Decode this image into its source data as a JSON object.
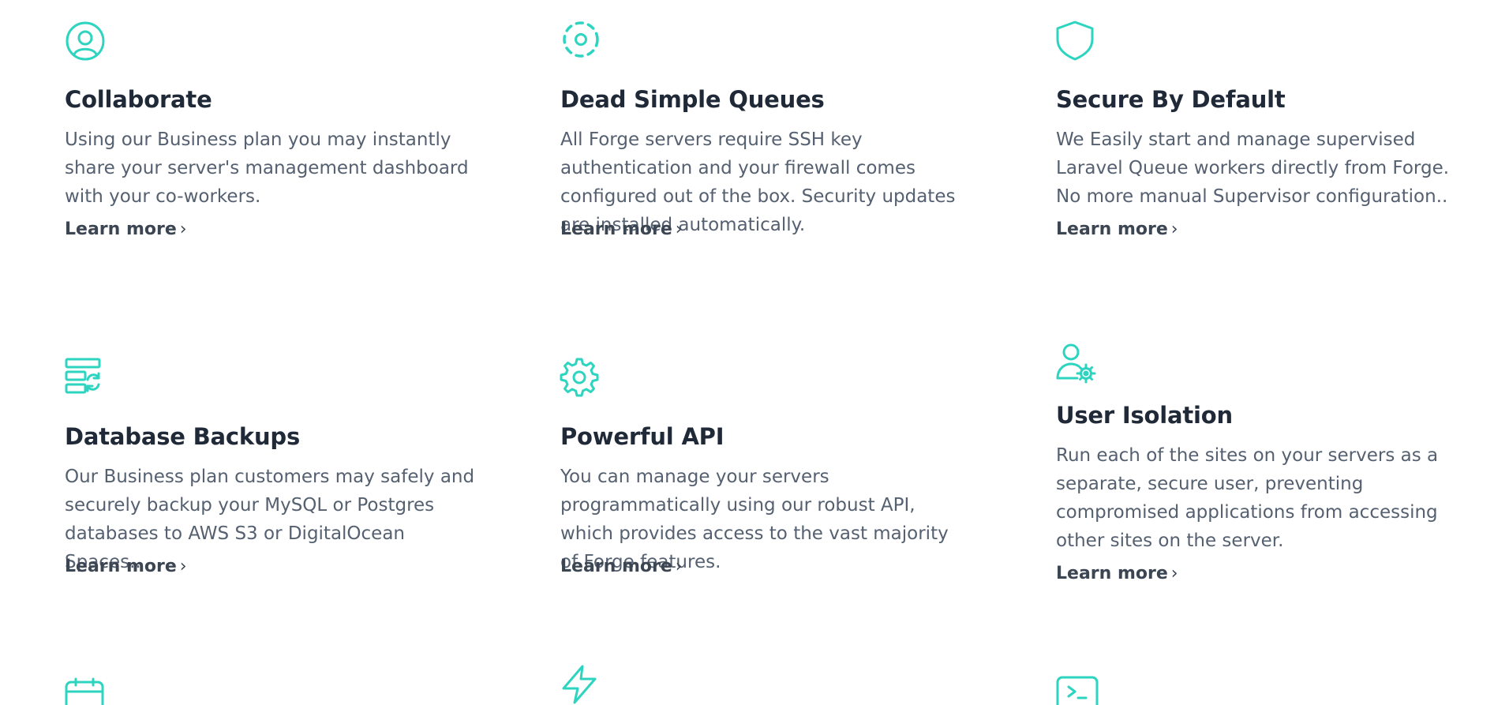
{
  "accent_color": "#2dd4bf",
  "features": [
    {
      "icon": "user-circle-icon",
      "title": "Collaborate",
      "description": "Using our Business plan you may instantly share your server's management dashboard with your co-workers.",
      "link": "Learn more",
      "chevron": "›"
    },
    {
      "icon": "dashed-circle-icon",
      "title": "Dead Simple Queues",
      "description": "All Forge servers require SSH key authentication and your firewall comes configured out of the box. Security updates are installed automatically.",
      "link": "Learn more",
      "chevron": "›"
    },
    {
      "icon": "shield-icon",
      "title": "Secure By Default",
      "description": "We Easily start and manage supervised Laravel Queue workers directly from Forge. No more manual Supervisor configuration..",
      "link": "Learn more",
      "chevron": "›"
    },
    {
      "icon": "database-backup-icon",
      "title": "Database Backups",
      "description": "Our Business plan customers may safely and securely backup your MySQL or Postgres databases to AWS S3 or DigitalOcean Spaces..",
      "link": "Learn more",
      "chevron": "›"
    },
    {
      "icon": "gear-icon",
      "title": "Powerful API",
      "description": "You can manage your servers programmatically using our robust API, which provides access to the vast majority of Forge features.",
      "link": "Learn more",
      "chevron": "›"
    },
    {
      "icon": "user-settings-icon",
      "title": "User Isolation",
      "description": "Run each of the sites on your servers as a separate, secure user, preventing compromised applications from accessing other sites on the server.",
      "link": "Learn more",
      "chevron": "›"
    },
    {
      "icon": "calendar-icon"
    },
    {
      "icon": "lightning-icon"
    },
    {
      "icon": "terminal-icon"
    }
  ]
}
